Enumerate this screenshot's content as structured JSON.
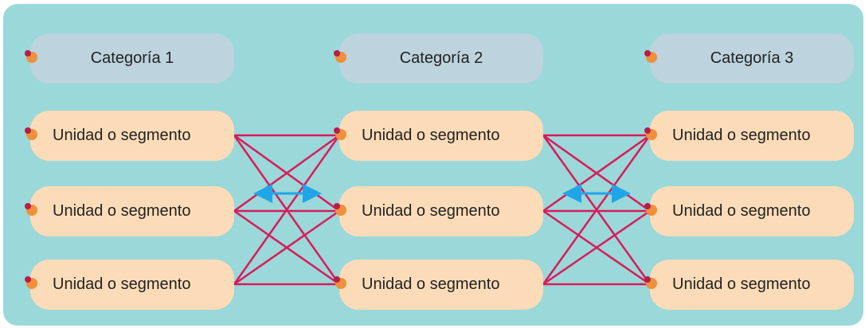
{
  "categories": [
    "Categoría 1",
    "Categoría 2",
    "Categoría 3"
  ],
  "unit_label": "Unidad o segmento",
  "columns": [
    {
      "units": [
        "Unidad o segmento",
        "Unidad o segmento",
        "Unidad o segmento"
      ]
    },
    {
      "units": [
        "Unidad o segmento",
        "Unidad o segmento",
        "Unidad o segmento"
      ]
    },
    {
      "units": [
        "Unidad o segmento",
        "Unidad o segmento",
        "Unidad o segmento"
      ]
    }
  ],
  "colors": {
    "background": "#9bd8d9",
    "category_fill": "#bdd3de",
    "unit_fill": "#fcdcb8",
    "connector": "#d81b5a",
    "double_arrow": "#1fa6e8"
  }
}
